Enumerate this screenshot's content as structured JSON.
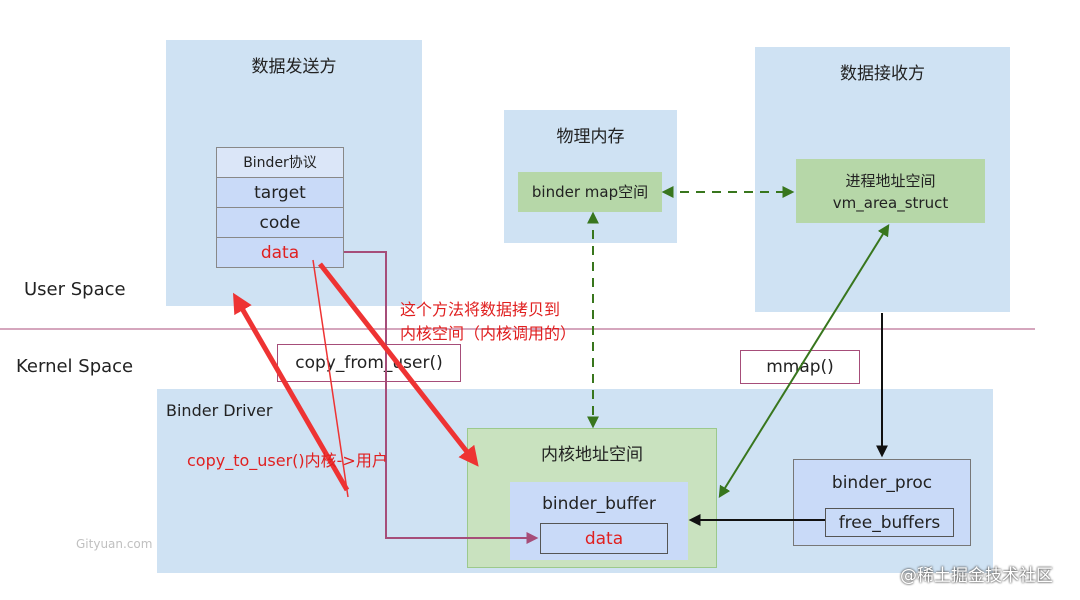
{
  "sender": {
    "title": "数据发送方",
    "protocol": {
      "header": "Binder协议",
      "rows": [
        "target",
        "code",
        "data"
      ]
    }
  },
  "physical_memory": {
    "title": "物理内存",
    "map_space": "binder map空间"
  },
  "receiver": {
    "title": "数据接收方",
    "address_space_line1": "进程地址空间",
    "address_space_line2": "vm_area_struct"
  },
  "user_space_label": "User Space",
  "kernel_space_label": "Kernel Space",
  "annotation_copy": "这个方法将数据拷贝到\n内核空间（内核调用的）",
  "copy_from_user": "copy_from_user()",
  "mmap": "mmap()",
  "copy_to_user": "copy_to_user()内核->用户",
  "binder_driver": {
    "title": "Binder Driver",
    "kernel_space_title": "内核地址空间",
    "binder_buffer": "binder_buffer",
    "buffer_data": "data",
    "binder_proc": "binder_proc",
    "free_buffers": "free_buffers"
  },
  "watermark_left": "Gityuan.com",
  "watermark_right": "@稀土掘金技术社区",
  "colors": {
    "red_arrow": "#ee3333",
    "purple_line": "#a64d79",
    "green_line": "#38761d",
    "divider": "#d5a6bd"
  }
}
